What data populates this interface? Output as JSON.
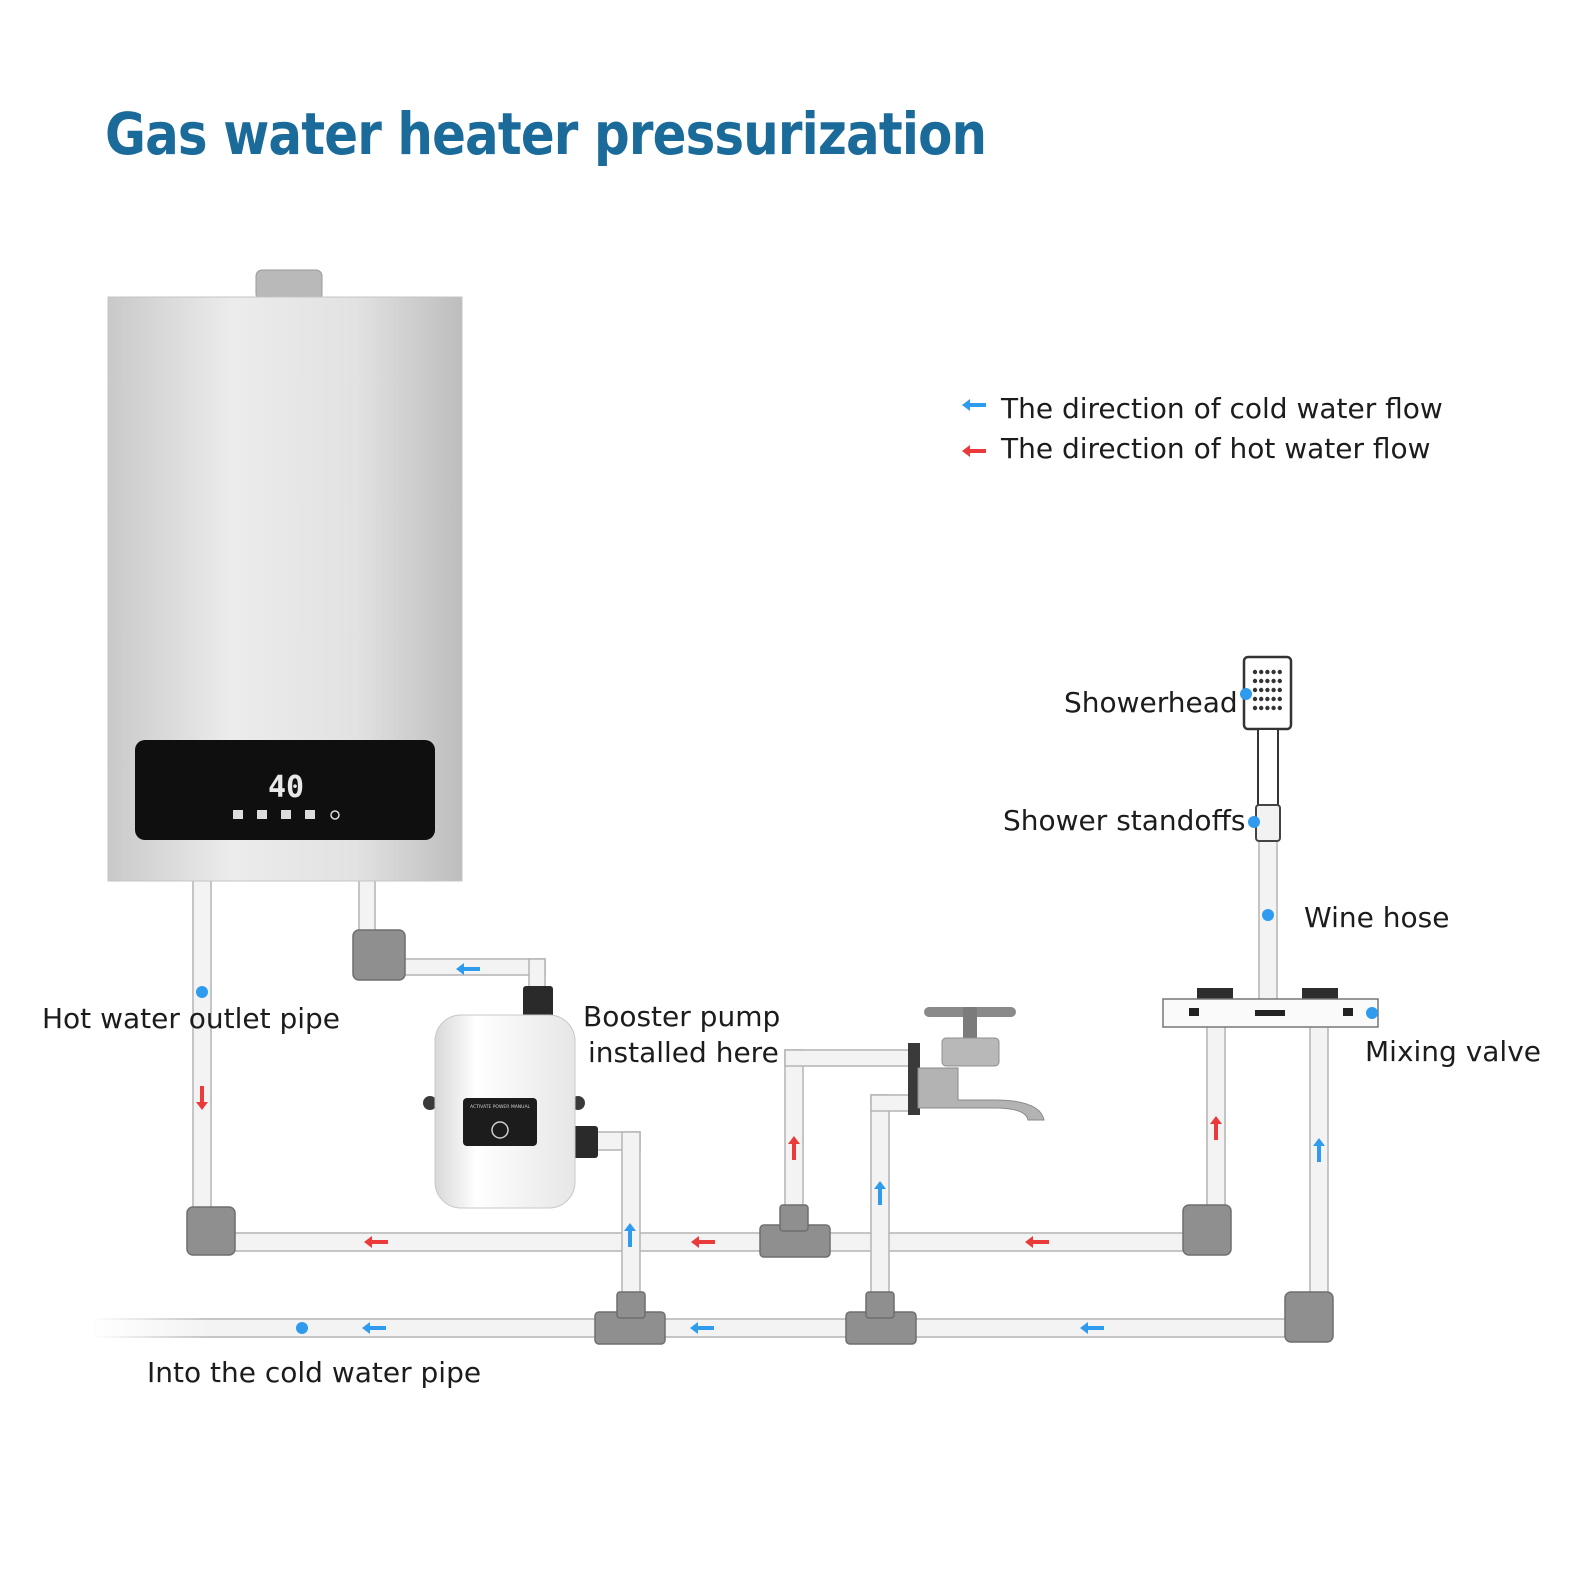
{
  "title": "Gas water heater pressurization",
  "colors": {
    "title": "#1a6a9a",
    "cold": "#2f9bef",
    "hot": "#ea3a3a",
    "pipe_fill": "#f3f3f3",
    "pipe_edge": "#b4b4b4",
    "fitting": "#8f8f8f",
    "heater_body": "#dcdcdc",
    "lcd_text": "#e8e8e8"
  },
  "legend": {
    "cold": {
      "icon": "blue-arrow-icon",
      "label": "The direction of cold water flow"
    },
    "hot": {
      "icon": "red-arrow-icon",
      "label": "The direction of hot water flow"
    }
  },
  "heater": {
    "display_reading": "40"
  },
  "pump": {
    "panel_text": "ACTIVATE POWER MANUAL"
  },
  "labels": {
    "hot_outlet": "Hot water outlet pipe",
    "booster_line1": "Booster pump",
    "booster_line2": "installed here",
    "showerhead": "Showerhead",
    "standoffs": "Shower standoffs",
    "wine_hose": "Wine hose",
    "mixing_valve": "Mixing valve",
    "cold_pipe": "Into the cold water pipe"
  }
}
